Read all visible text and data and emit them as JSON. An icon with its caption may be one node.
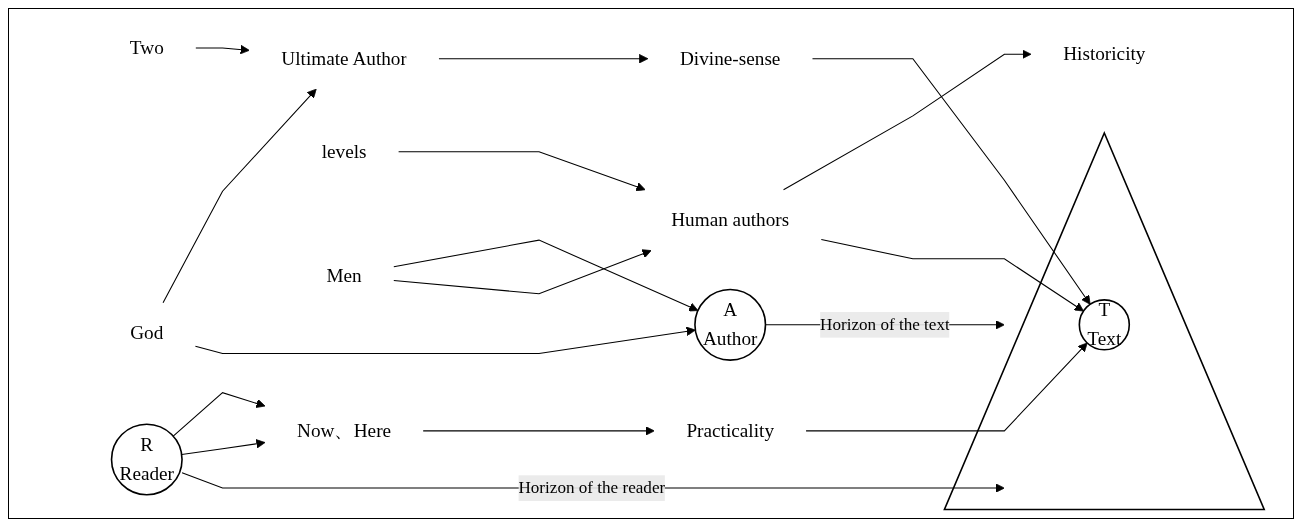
{
  "diagram": {
    "nodes": [
      {
        "text": [
          "God"
        ]
      },
      {
        "text": [
          "Ultimate Author"
        ]
      },
      {
        "text": [
          "Divine-sense"
        ]
      },
      {
        "text": [
          "Two"
        ]
      },
      {
        "text": [
          "A",
          "Author"
        ]
      },
      {
        "text": [],
        "shape": "triangle"
      },
      {
        "text": [
          "T",
          "Text"
        ],
        "in": 5
      },
      {
        "text": [
          "R",
          "Reader"
        ]
      },
      {
        "text": [
          "levels"
        ]
      },
      {
        "text": [
          "Men"
        ]
      },
      {
        "text": [
          "Human authors"
        ]
      },
      {
        "text": [
          "Historicity"
        ]
      },
      {
        "text": [
          "Practicality"
        ]
      },
      {
        "text": [
          "Now、Here"
        ]
      }
    ],
    "edges": [
      {
        "from": 0,
        "to": 1,
        "arrow": "to"
      },
      {
        "from": 1,
        "to": 2,
        "arrow": "to"
      },
      {
        "from": 0,
        "to": 4,
        "arrow": "to"
      },
      {
        "from": 3,
        "to": 1,
        "arrow": "to"
      },
      {
        "from": 2,
        "to": 6,
        "arrow": "to"
      },
      {
        "from": 4,
        "to": 5,
        "arrow": "to",
        "label": "Horizon of the text"
      },
      {
        "from": 7,
        "to": 5,
        "arrow": "to",
        "label": "Horizon of the reader"
      },
      {
        "from": 9,
        "to": 4,
        "arrow": "to"
      },
      {
        "from": 8,
        "to": 10,
        "arrow": "to"
      },
      {
        "from": 9,
        "to": 10,
        "arrow": "to"
      },
      {
        "from": 10,
        "to": 11,
        "arrow": "to"
      },
      {
        "from": 10,
        "to": 6,
        "arrow": "to"
      },
      {
        "from": 12,
        "to": 6,
        "arrow": "to"
      },
      {
        "from": 7,
        "to": 13,
        "arrow": "to"
      },
      {
        "from": 7,
        "to": 13,
        "arrow": "to"
      },
      {
        "from": 13,
        "to": 12,
        "arrow": "to"
      }
    ]
  }
}
